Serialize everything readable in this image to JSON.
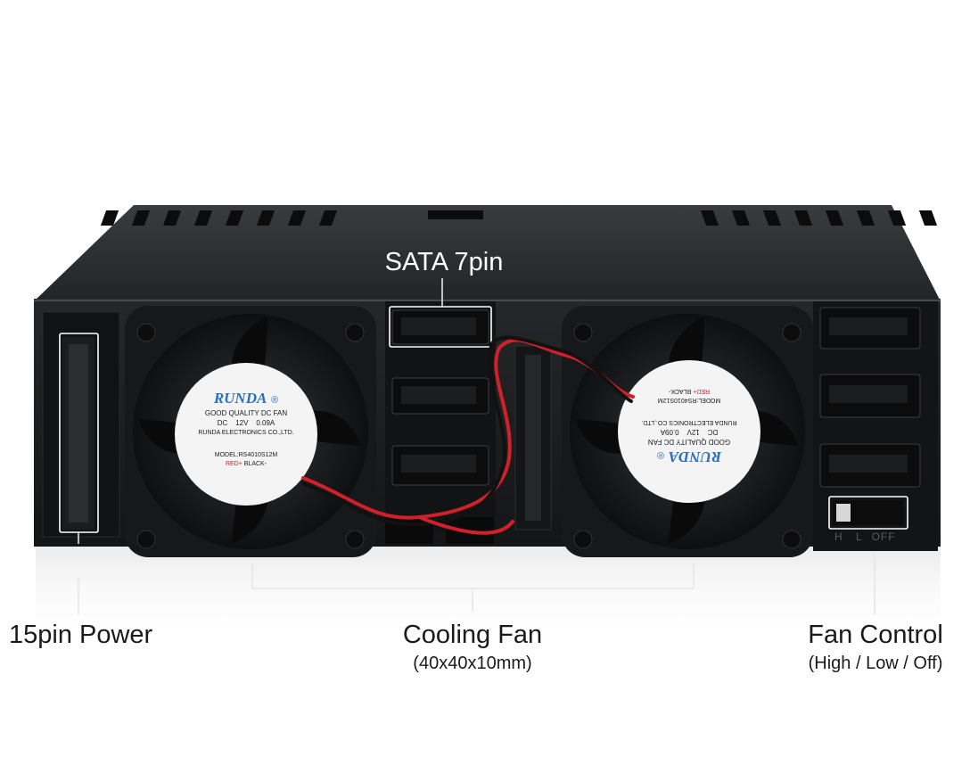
{
  "callouts": {
    "sata": "SATA 7pin",
    "power": "15pin Power",
    "fan": "Cooling Fan",
    "fan_size": "(40x40x10mm)",
    "control": "Fan Control",
    "control_modes": "(High / Low / Off)"
  },
  "fan_label": {
    "brand": "RUNDA",
    "registered": "®",
    "line1": "GOOD QUALITY DC FAN",
    "line2": "DC    12V    0.09A",
    "line3": "RUNDA ELECTRONICS CO.,LTD.",
    "line4": "MODEL:RS4010S12M",
    "red": "RED+",
    "black": "BLACK-"
  },
  "switch_marks": {
    "high": "H",
    "low": "L",
    "off": "OFF"
  },
  "colors": {
    "chassis": "#1e1f21",
    "chassis_top": "#2b2c2e",
    "fan_frame": "#18191a",
    "label_bg": "#f4f4f4",
    "brand_blue": "#2b6fc0",
    "wire_red": "#d0202a",
    "callout_line": "#e6e6e6",
    "text": "#1a1a1a"
  }
}
